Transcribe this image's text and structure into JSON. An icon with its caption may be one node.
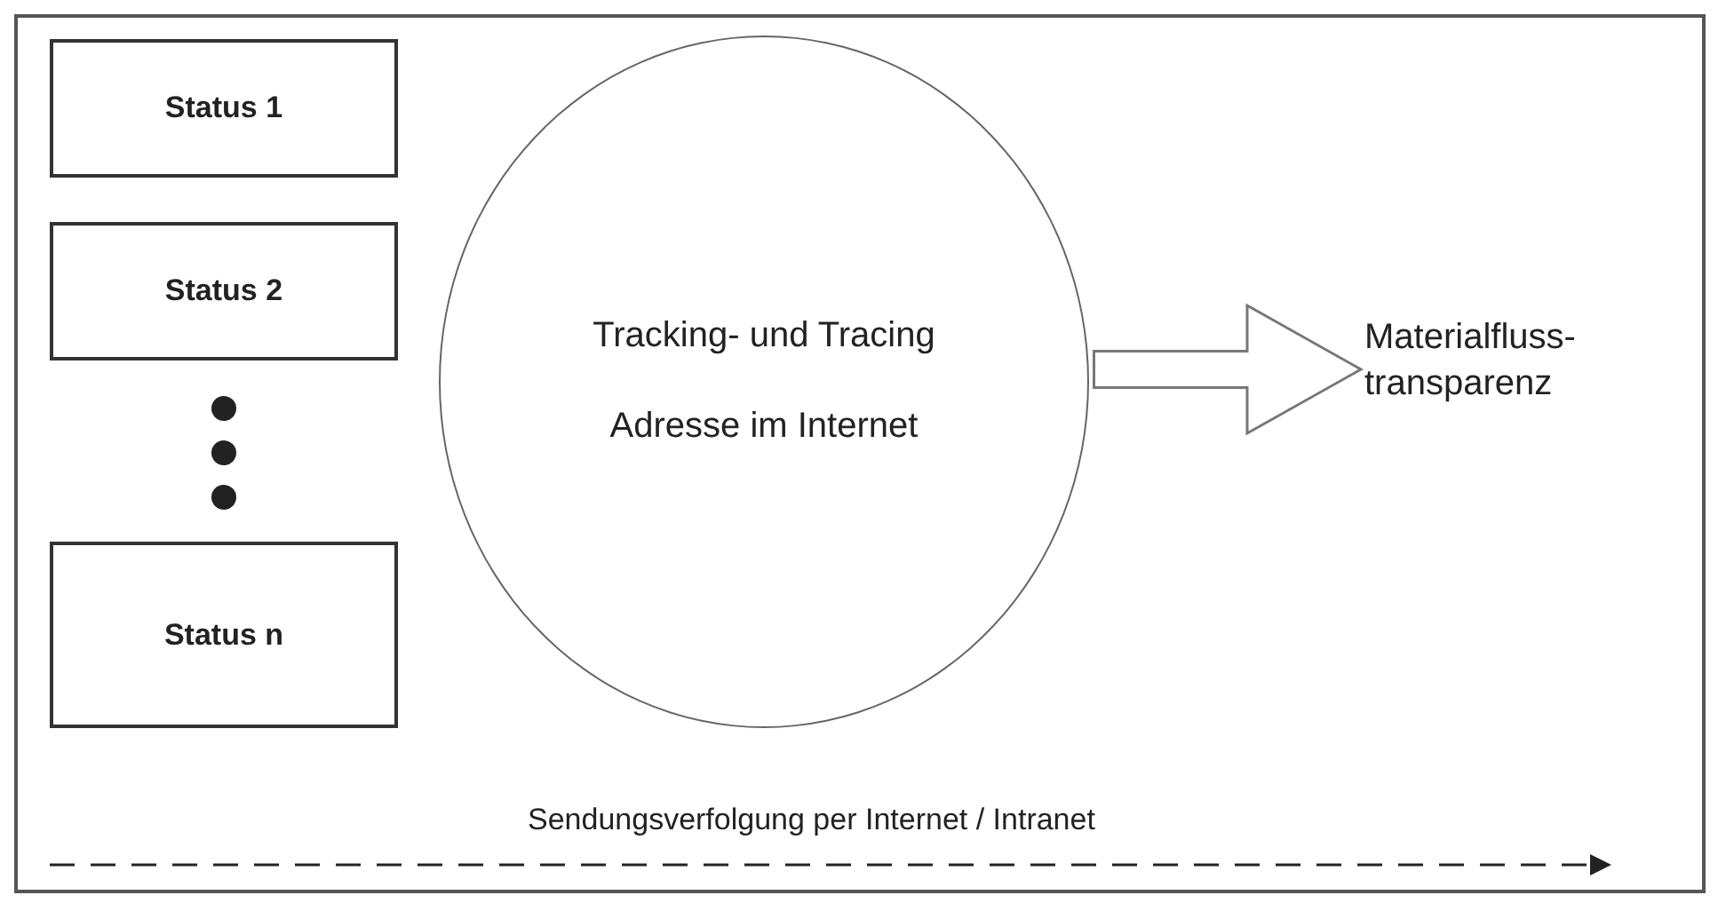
{
  "diagram": {
    "nodes": [
      {
        "text": [
          "Status 1"
        ]
      },
      {
        "text": [
          "Status 2"
        ]
      },
      {
        "text": [
          "Status n"
        ]
      },
      {
        "text": [
          "Tracking- und Tracing",
          "Adresse im Internet"
        ]
      },
      {
        "text": [
          "Materialfluss- transparenz"
        ]
      }
    ],
    "edges": [
      {
        "from": 3,
        "to": 4,
        "arrow": "to"
      }
    ],
    "labels": [
      "Sendungsverfolgung per Internet / Intranet"
    ]
  }
}
